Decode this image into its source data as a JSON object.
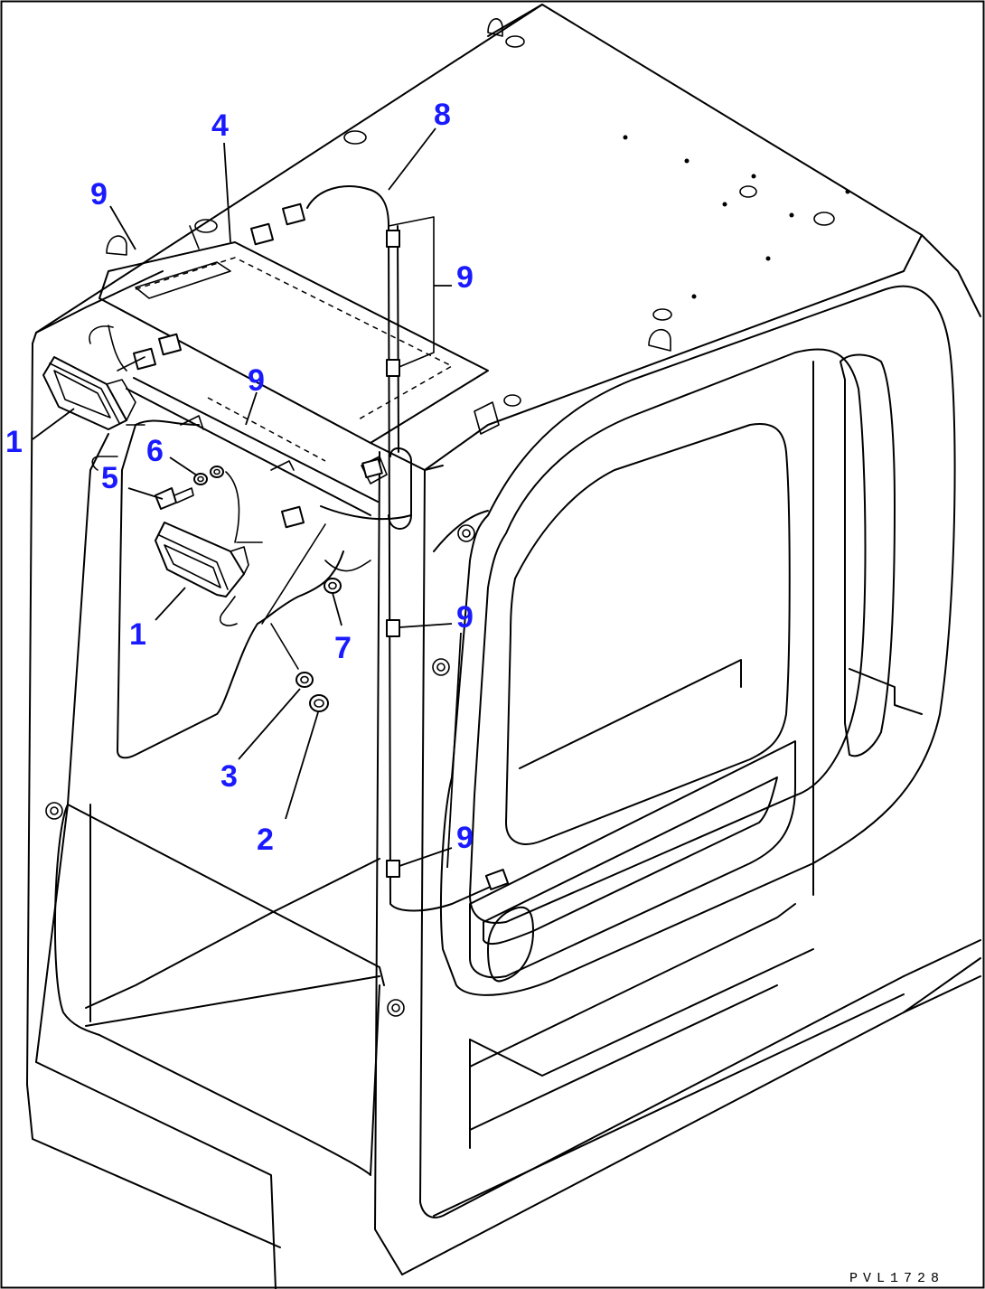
{
  "drawing": {
    "code": "PVL1728"
  },
  "callouts": [
    {
      "id": "c1a",
      "label": "1"
    },
    {
      "id": "c1b",
      "label": "1"
    },
    {
      "id": "c2",
      "label": "2"
    },
    {
      "id": "c3",
      "label": "3"
    },
    {
      "id": "c4",
      "label": "4"
    },
    {
      "id": "c5",
      "label": "5"
    },
    {
      "id": "c6",
      "label": "6"
    },
    {
      "id": "c7",
      "label": "7"
    },
    {
      "id": "c8",
      "label": "8"
    },
    {
      "id": "c9a",
      "label": "9"
    },
    {
      "id": "c9b",
      "label": "9"
    },
    {
      "id": "c9c",
      "label": "9"
    },
    {
      "id": "c9d",
      "label": "9"
    },
    {
      "id": "c9e",
      "label": "9"
    }
  ],
  "colors": {
    "callout": "#1a1aff",
    "line": "#000000",
    "background": "#ffffff"
  }
}
